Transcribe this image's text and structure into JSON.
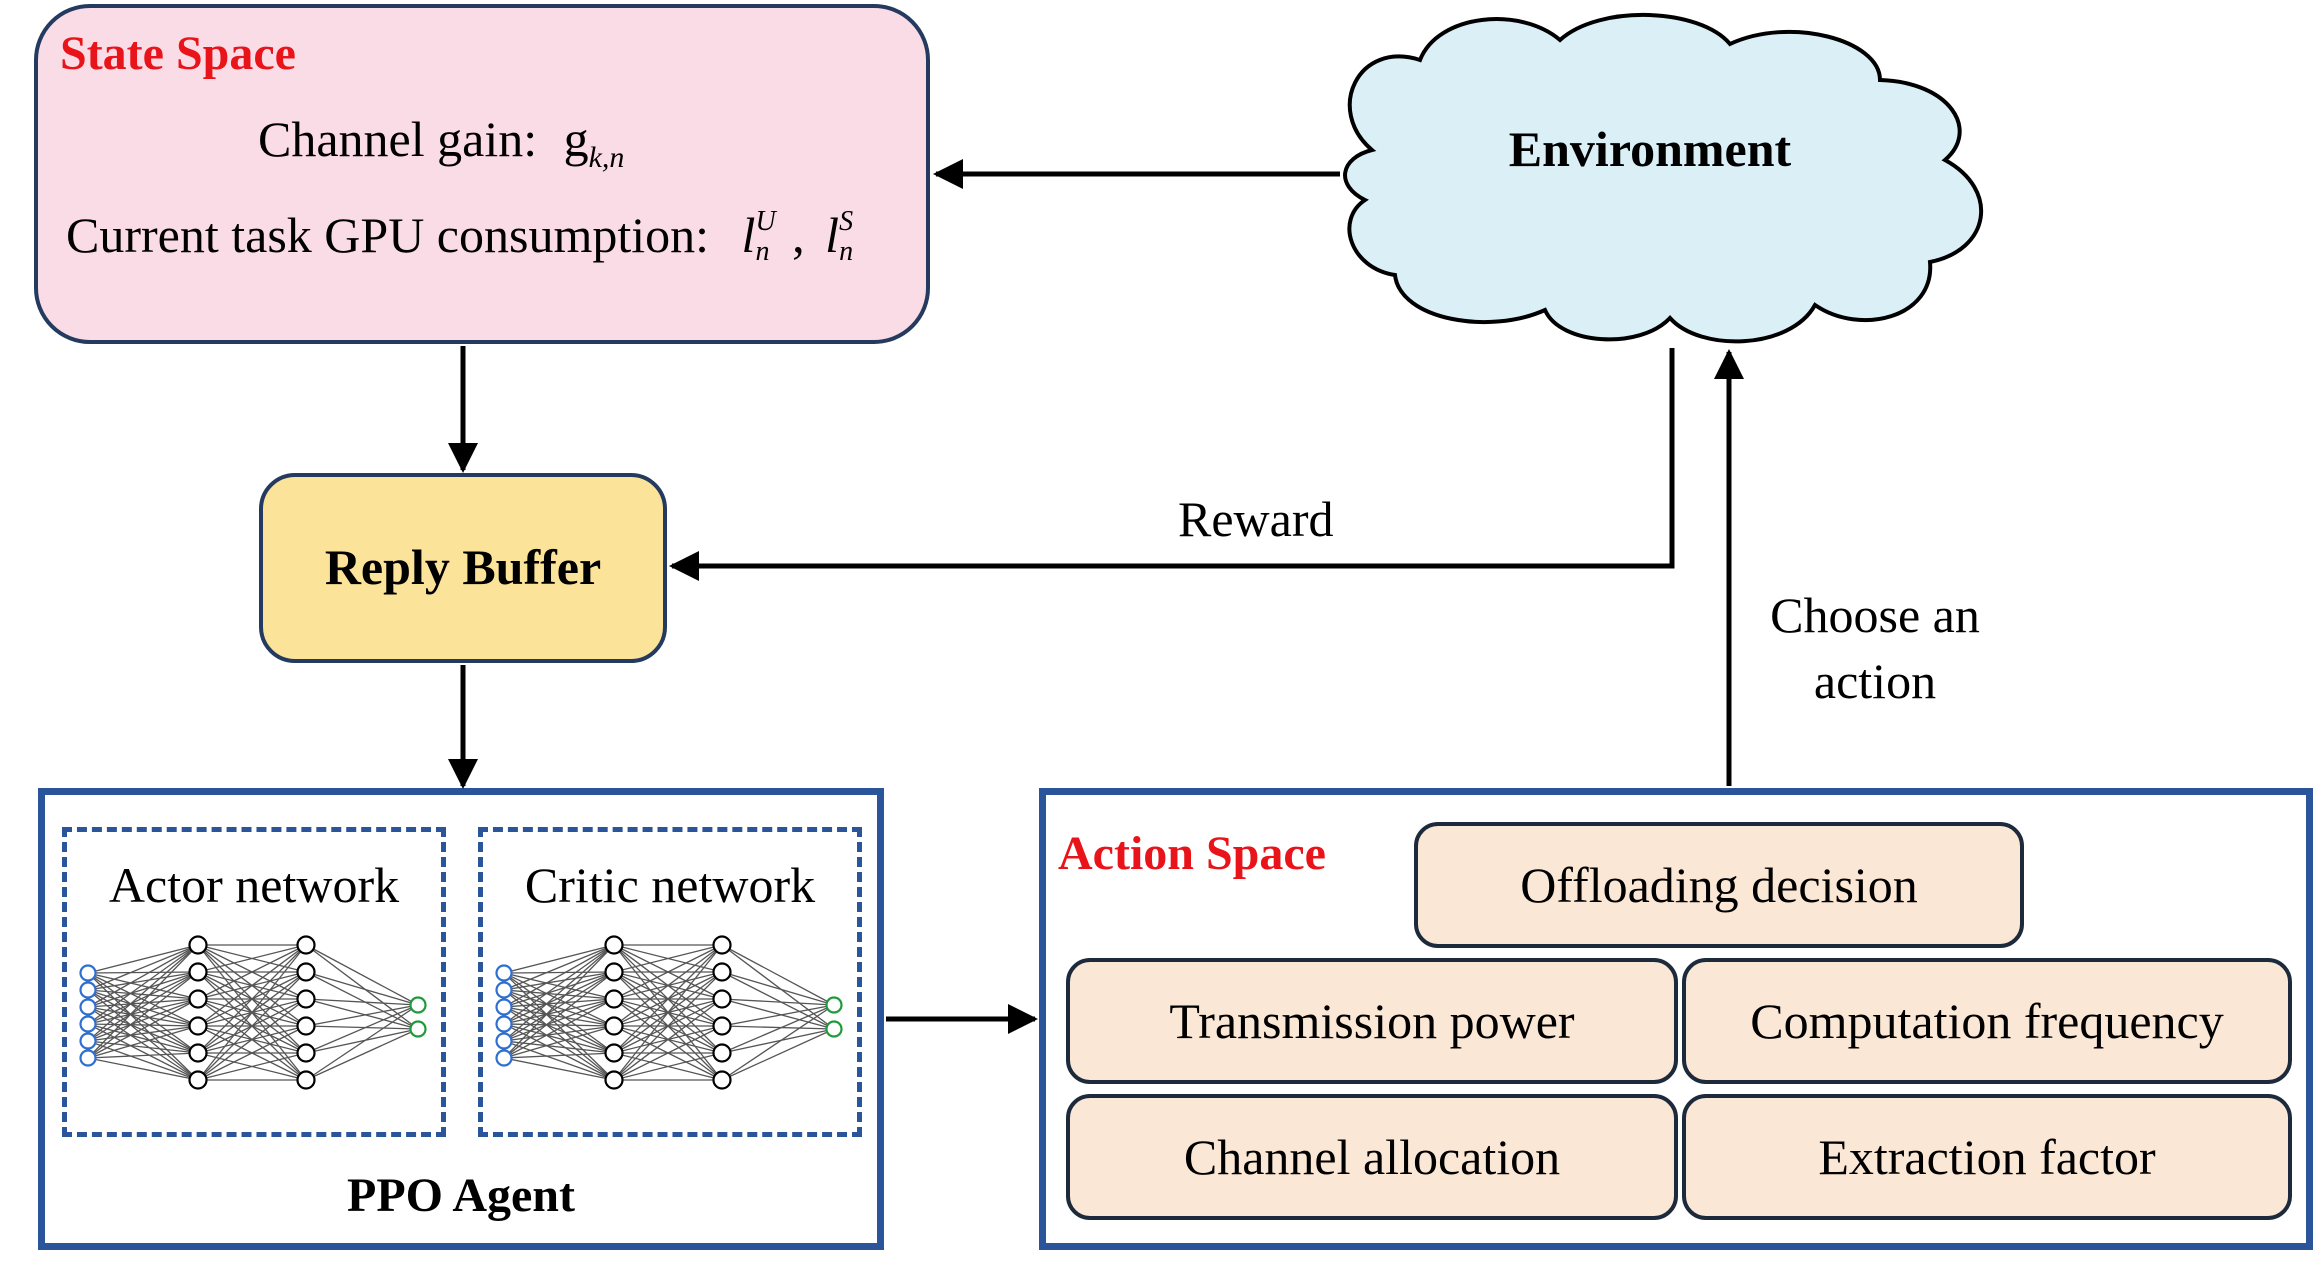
{
  "state_space": {
    "title": "State Space",
    "channel_gain_label": "Channel gain:",
    "channel_gain_symbol": "g",
    "channel_gain_subscript": "k,n",
    "gpu_label": "Current task GPU consumption:",
    "gpu_symbol_1": "l",
    "gpu_sup_1": "U",
    "gpu_sub_1": "n",
    "gpu_sep": ",",
    "gpu_symbol_2": "l",
    "gpu_sup_2": "S",
    "gpu_sub_2": "n"
  },
  "environment": {
    "label": "Environment"
  },
  "reply_buffer": {
    "label": "Reply Buffer"
  },
  "reward_label": "Reward",
  "choose_action_label": [
    "Choose an",
    "action"
  ],
  "ppo_agent": {
    "label": "PPO Agent",
    "actor": "Actor network",
    "critic": "Critic network"
  },
  "action_space": {
    "title": "Action Space",
    "items": {
      "offloading": "Offloading decision",
      "transmission": "Transmission power",
      "computation": "Computation frequency",
      "channel": "Channel allocation",
      "extraction": "Extraction factor"
    }
  },
  "colors": {
    "state_fill": "#fadce6",
    "buffer_fill": "#fbe39a",
    "cloud_fill": "#dbeff7",
    "action_item_fill": "#fbe7d6",
    "frame_blue": "#2b559a",
    "title_red": "#e8141a",
    "input_neuron": "#2e6fd0",
    "output_neuron": "#1f9a3a"
  }
}
